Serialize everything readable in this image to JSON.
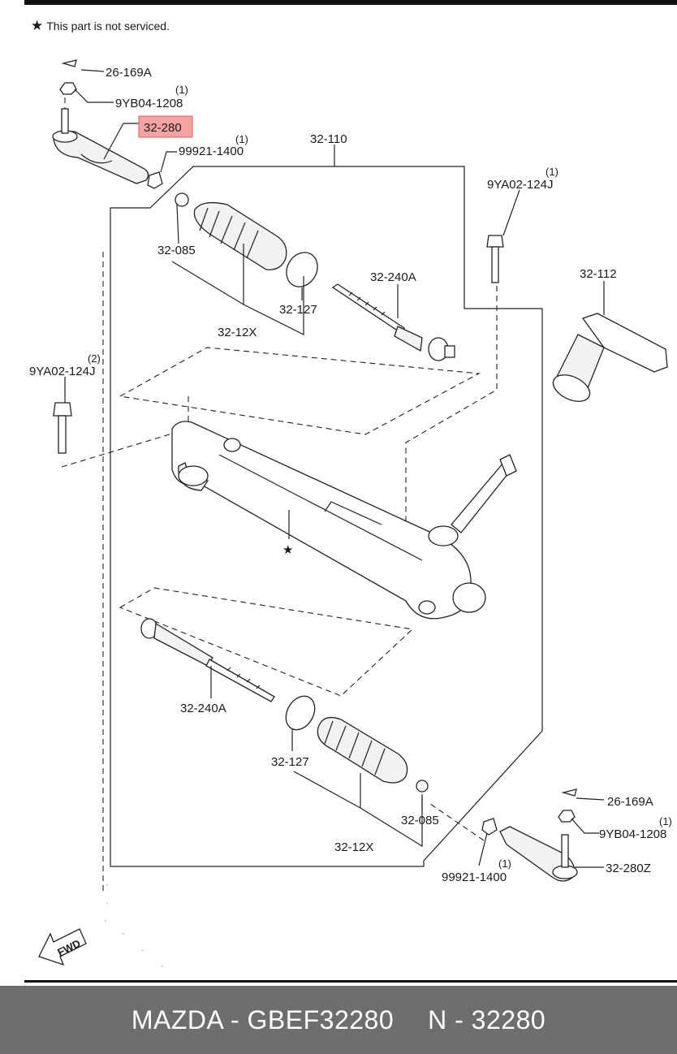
{
  "note": {
    "star": "★",
    "text": "This part is not serviced."
  },
  "labels": {
    "ref_26_169a_top": "26-169A",
    "bolt_9yb04_top": "9YB04-1208",
    "bolt_9yb04_top_qty": "(1)",
    "tie_rod_end_left": "32-280",
    "nut_99921_top": "99921-1400",
    "nut_99921_top_qty": "(1)",
    "gear_assembly": "32-110",
    "bolt_9ya02_right": "9YA02-124J",
    "bolt_9ya02_right_qty": "(1)",
    "bolt_9ya02_left": "9YA02-124J",
    "bolt_9ya02_left_qty": "(2)",
    "clamp_top": "32-085",
    "boot_set_top": "32-12X",
    "band_top": "32-127",
    "tie_rod_top": "32-240A",
    "dust_cover": "32-112",
    "not_serviced_marker": "★",
    "tie_rod_bottom": "32-240A",
    "band_bottom": "32-127",
    "clamp_bottom": "32-085",
    "boot_set_bottom": "32-12X",
    "ref_26_169a_bottom": "26-169A",
    "bolt_9yb04_bottom": "9YB04-1208",
    "bolt_9yb04_bottom_qty": "(1)",
    "tie_rod_end_right": "32-280Z",
    "nut_99921_bottom": "99921-1400",
    "nut_99921_bottom_qty": "(1)",
    "fwd": "FWD"
  },
  "highlight": {
    "part": "32-280",
    "color": "#f4a3a3"
  },
  "footer": {
    "brand_part": "MAZDA - GBEF32280",
    "ref": "N - 32280"
  }
}
